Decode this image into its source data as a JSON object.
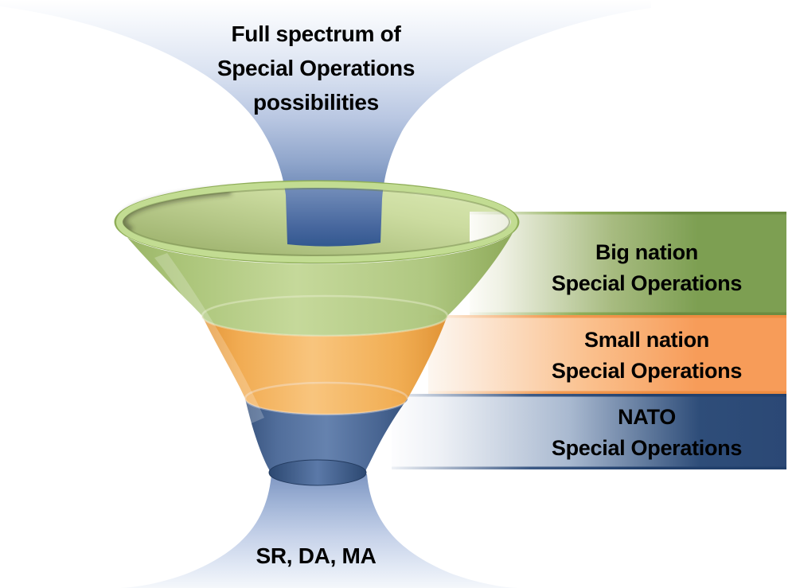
{
  "title": {
    "line1": "Full spectrum of",
    "line2": "Special Operations",
    "line3": "possibilities"
  },
  "stages": [
    {
      "name": "big-nation",
      "line1": "Big nation",
      "line2": "Special Operations",
      "bar_color": "#7d9f52",
      "funnel_color": "#aac573"
    },
    {
      "name": "small-nation",
      "line1": "Small nation",
      "line2": "Special Operations",
      "bar_color": "#f79c59",
      "funnel_color": "#f2aa4e"
    },
    {
      "name": "nato",
      "line1": "NATO",
      "line2": "Special Operations",
      "bar_color": "#2d4b77",
      "funnel_color": "#4a6999"
    }
  ],
  "output": {
    "label": "SR, DA, MA"
  },
  "colors": {
    "stream_light": "#dce4f2",
    "stream_dark": "#335890",
    "text": "#000000",
    "background": "#ffffff"
  }
}
